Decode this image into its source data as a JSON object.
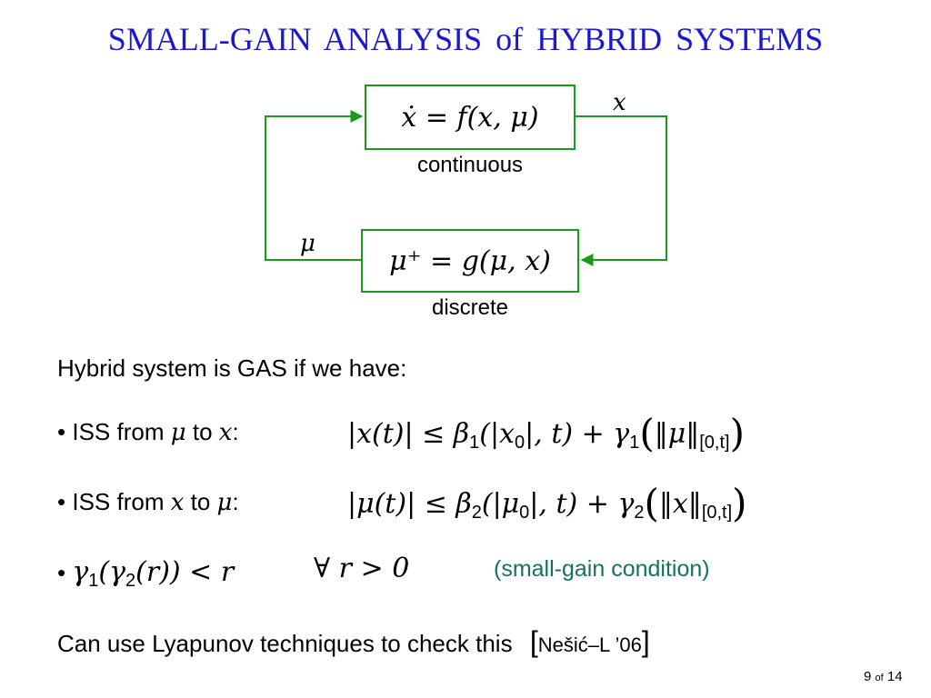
{
  "slide": {
    "title": "SMALL-GAIN ANALYSIS of HYBRID SYSTEMS",
    "diagram": {
      "continuous_eq": "ẋ = f(x, μ)",
      "continuous_label": "continuous",
      "discrete_eq": "μ⁺ = g(μ, x)",
      "discrete_label": "discrete",
      "x_label": "x",
      "mu_label": "μ",
      "line_color": "#1a9a1a"
    },
    "intro": "Hybrid system is GAS if we have:",
    "bullets": [
      {
        "marker": "•",
        "text_a": "ISS from",
        "var_a": "μ",
        "text_b": "to",
        "var_b": "x",
        "colon": ":",
        "lhs": "|x(t)| ≤ β",
        "lhs_sub": "1",
        "mid": "(|x",
        "mid_sub": "0",
        "rest": "|, t) + γ",
        "rest_sub": "1",
        "open": "(",
        "norm": "‖μ‖",
        "interval": "[0,t]",
        "close": ")"
      },
      {
        "marker": "•",
        "text_a": "ISS from",
        "var_a": "x",
        "text_b": "to",
        "var_b": "μ",
        "colon": ":",
        "lhs": "|μ(t)| ≤ β",
        "lhs_sub": "2",
        "mid": "(|μ",
        "mid_sub": "0",
        "rest": "|, t) + γ",
        "rest_sub": "2",
        "open": "(",
        "norm": "‖x‖",
        "interval": "[0,t]",
        "close": ")"
      }
    ],
    "condition": {
      "marker": "•",
      "g1": "γ",
      "g1_sub": "1",
      "g2": "(γ",
      "g2_sub": "2",
      "rest": "(r)) < r",
      "forall": "∀ r > 0",
      "note": "(small-gain condition)",
      "note_color": "#16735a"
    },
    "conclusion": {
      "text": "Can use Lyapunov techniques to check this",
      "open": "[",
      "citation": "Nešić–L ’06",
      "close": "]"
    },
    "page": {
      "current": "9",
      "of": "of",
      "total": "14"
    },
    "title_color": "#1a1acc"
  }
}
